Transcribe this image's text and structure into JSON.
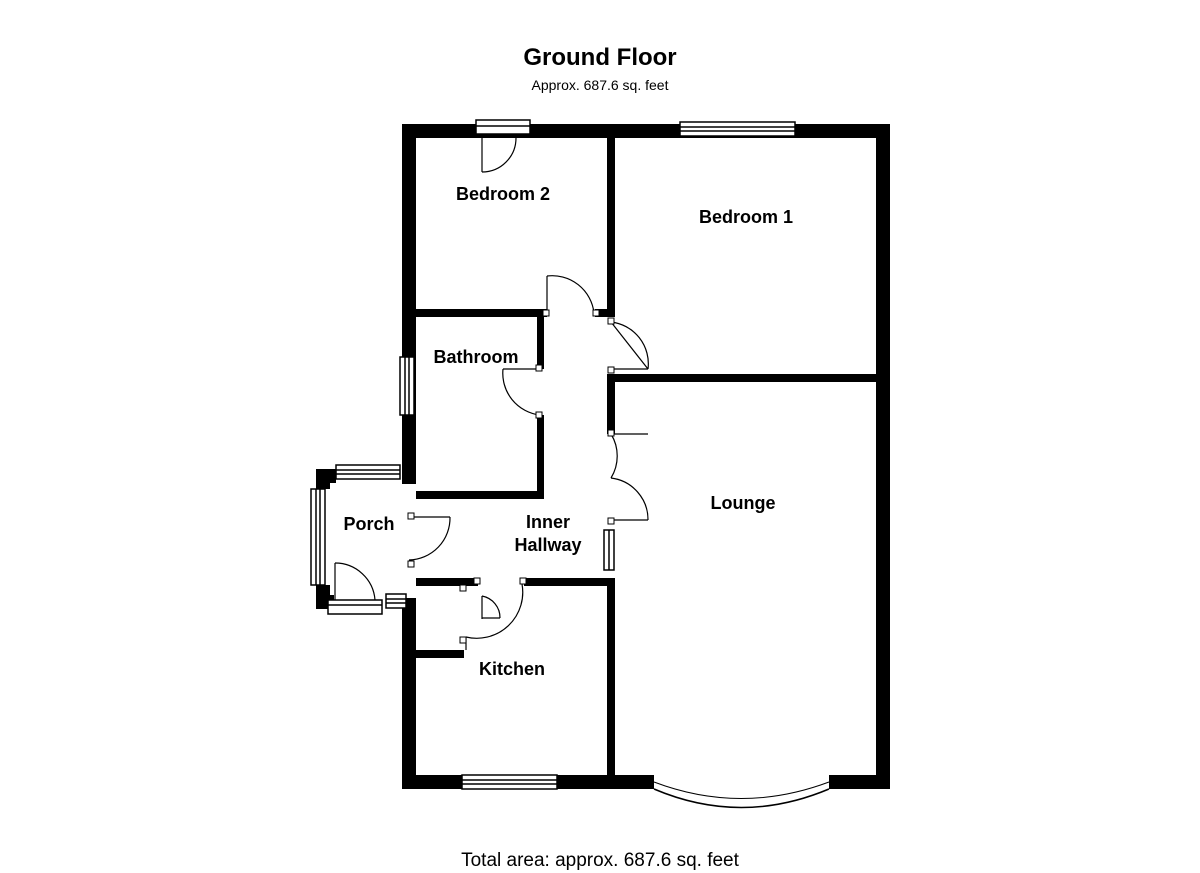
{
  "header": {
    "title": "Ground Floor",
    "subtitle": "Approx. 687.6 sq. feet"
  },
  "rooms": {
    "bedroom_2": "Bedroom 2",
    "bedroom_1": "Bedroom 1",
    "bathroom": "Bathroom",
    "porch": "Porch",
    "inner_hallway_line1": "Inner",
    "inner_hallway_line2": "Hallway",
    "lounge": "Lounge",
    "kitchen": "Kitchen"
  },
  "footer": {
    "total_area": "Total area: approx. 687.6 sq. feet"
  },
  "colors": {
    "wall": "#000000",
    "background": "#ffffff"
  }
}
